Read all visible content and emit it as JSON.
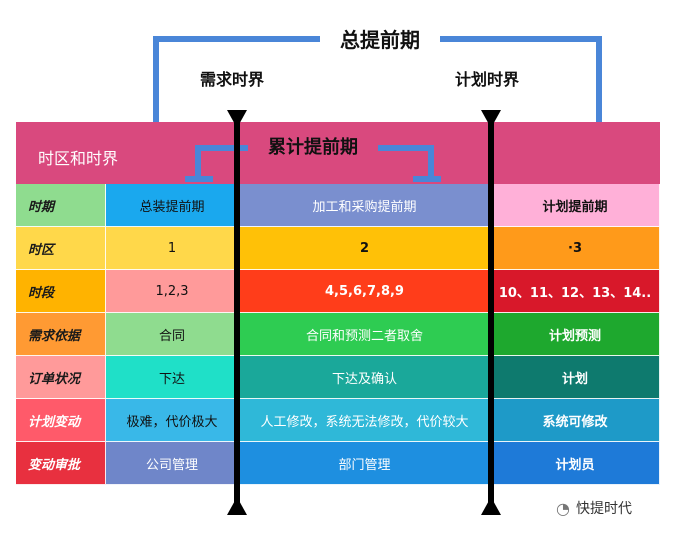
{
  "top_label": "总提前期",
  "demand_boundary": "需求时界",
  "plan_boundary": "计划时界",
  "header_title": "时区和时界",
  "cumulative_label": "累计提前期",
  "rows": [
    {
      "label": "时期",
      "c1": "总装提前期",
      "c2": "加工和采购提前期",
      "c3": "计划提前期"
    },
    {
      "label": "时区",
      "c1": "1",
      "c2": "2",
      "c3": "·3"
    },
    {
      "label": "时段",
      "c1": "1,2,3",
      "c2": "4,5,6,7,8,9",
      "c3": "10、11、12、13、14.."
    },
    {
      "label": "需求依据",
      "c1": "合同",
      "c2": "合同和预测二者取舍",
      "c3": "计划预测"
    },
    {
      "label": "订单状况",
      "c1": "下达",
      "c2": "下达及确认",
      "c3": "计划"
    },
    {
      "label": "计划变动",
      "c1": "极难，代价极大",
      "c2": "人工修改，系统无法修改，代价较大",
      "c3": "系统可修改"
    },
    {
      "label": "变动审批",
      "c1": "公司管理",
      "c2": "部门管理",
      "c3": "计划员"
    }
  ],
  "watermark": "快提时代",
  "colors": {
    "header": "#d9497e",
    "bracket": "#4a86d8",
    "row_label": [
      "#8fdc8f",
      "#ffd84a",
      "#ffb300",
      "#ff9a33",
      "#ff9a9a",
      "#ff5a6a",
      "#e8303f"
    ],
    "c1": [
      "#1aa8ee",
      "#ffd84a",
      "#ff9a9a",
      "#8fdc8f",
      "#1fe0c8",
      "#39b8e8",
      "#6f86c9"
    ],
    "c2": [
      "#7a8fcf",
      "#ffc107",
      "#ff3d1a",
      "#2ecc52",
      "#1aa89a",
      "#2fb8d8",
      "#1e8fe0"
    ],
    "c3": [
      "#ffb0d8",
      "#ff9a1a",
      "#d8182a",
      "#1ea82e",
      "#0e7a6e",
      "#1e9ac8",
      "#1e7ad8"
    ]
  }
}
